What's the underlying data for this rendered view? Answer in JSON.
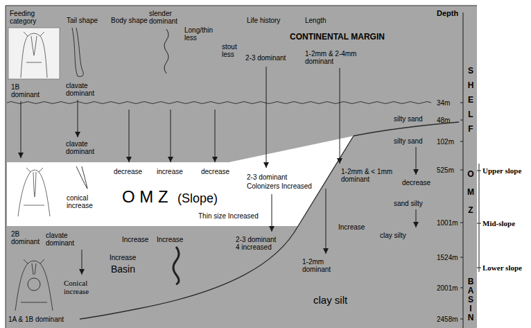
{
  "diagram": {
    "labels": [
      "Feeding category",
      "Tail shape",
      "Body shape",
      "slender dominant",
      "Long/thin less",
      "stout less",
      "Life history",
      "Length",
      "Depth",
      "CONTINENTAL MARGIN",
      "2-3 dominant",
      "1-2mm & 2-4mm dominant",
      "1B dominant",
      "clavate dominant",
      "34m",
      "S H E L F",
      "silty sand",
      "48m",
      "silty sand",
      "102m",
      "clavate dominant",
      "decrease",
      "increase",
      "decrease",
      "2-3 dominant",
      "Colonizers Increased",
      "1-2mm & < 1mm dominant",
      "decrease",
      "525m",
      "O M Z",
      "Upper slope",
      "O M Z",
      "(Slope)",
      "conical increase",
      "sand silty",
      "Thin size Increased",
      "Increase",
      "clay silty",
      "1001m",
      "Mid-slope",
      "2B dominant",
      "clavate dominant",
      "Increase",
      "Increase",
      "2-3 dominant 4 increased",
      "Increase",
      "Basin",
      "1-2mm dominant",
      "1524m",
      "Lower slope",
      "Conical increase",
      "2001m",
      "clay silt",
      "B A S I N",
      "2458m",
      "1A & 1B dominant"
    ]
  }
}
